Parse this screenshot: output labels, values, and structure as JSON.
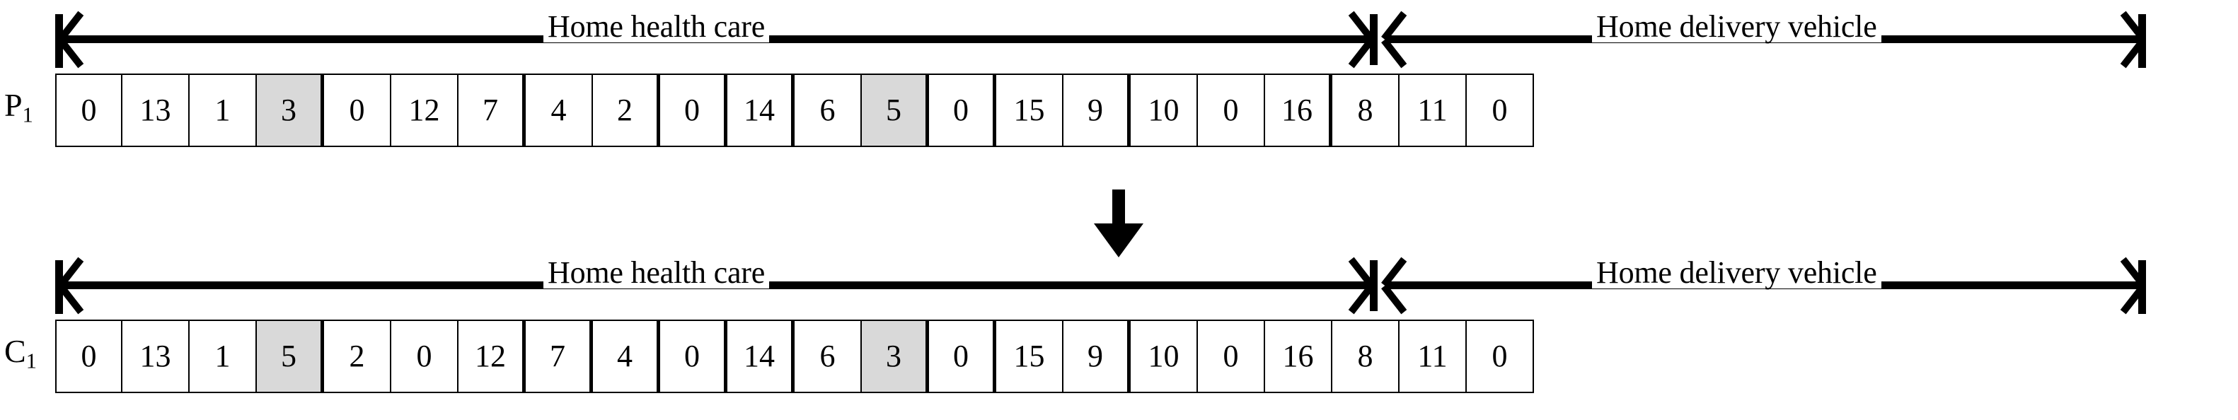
{
  "figure": {
    "type": "crossover-operator-diagram",
    "shading_color": "#d9d9d9",
    "line_color": "#000000",
    "background": "#ffffff"
  },
  "spans": {
    "home_health_care": "Home health care",
    "home_delivery_vehicle": "Home delivery vehicle"
  },
  "rows": [
    {
      "label_main": "P",
      "label_sub": "1",
      "label_full": "P1",
      "cells": [
        {
          "value": "0",
          "shaded": false,
          "section": "home-health-care",
          "route_break": false
        },
        {
          "value": "13",
          "shaded": false,
          "section": "home-health-care",
          "route_break": false
        },
        {
          "value": "1",
          "shaded": false,
          "section": "home-health-care",
          "route_break": false
        },
        {
          "value": "3",
          "shaded": true,
          "section": "home-health-care",
          "route_break": true
        },
        {
          "value": "0",
          "shaded": false,
          "section": "home-health-care",
          "route_break": false
        },
        {
          "value": "12",
          "shaded": false,
          "section": "home-health-care",
          "route_break": false
        },
        {
          "value": "7",
          "shaded": false,
          "section": "home-health-care",
          "route_break": true
        },
        {
          "value": "4",
          "shaded": false,
          "section": "home-health-care",
          "route_break": false
        },
        {
          "value": "2",
          "shaded": false,
          "section": "home-health-care",
          "route_break": true
        },
        {
          "value": "0",
          "shaded": false,
          "section": "home-health-care",
          "route_break": true
        },
        {
          "value": "14",
          "shaded": false,
          "section": "home-health-care",
          "route_break": true
        },
        {
          "value": "6",
          "shaded": false,
          "section": "home-health-care",
          "route_break": false
        },
        {
          "value": "5",
          "shaded": true,
          "section": "home-health-care",
          "route_break": true
        },
        {
          "value": "0",
          "shaded": false,
          "section": "home-health-care",
          "route_break": true
        },
        {
          "value": "15",
          "shaded": false,
          "section": "home-delivery-vehicle",
          "route_break": false
        },
        {
          "value": "9",
          "shaded": false,
          "section": "home-delivery-vehicle",
          "route_break": true
        },
        {
          "value": "10",
          "shaded": false,
          "section": "home-delivery-vehicle",
          "route_break": false
        },
        {
          "value": "0",
          "shaded": false,
          "section": "home-delivery-vehicle",
          "route_break": false
        },
        {
          "value": "16",
          "shaded": false,
          "section": "home-delivery-vehicle",
          "route_break": true
        },
        {
          "value": "8",
          "shaded": false,
          "section": "home-delivery-vehicle",
          "route_break": false
        },
        {
          "value": "11",
          "shaded": false,
          "section": "home-delivery-vehicle",
          "route_break": false
        },
        {
          "value": "0",
          "shaded": false,
          "section": "home-delivery-vehicle",
          "route_break": false
        }
      ]
    },
    {
      "label_main": "C",
      "label_sub": "1",
      "label_full": "C1",
      "cells": [
        {
          "value": "0",
          "shaded": false,
          "section": "home-health-care",
          "route_break": false
        },
        {
          "value": "13",
          "shaded": false,
          "section": "home-health-care",
          "route_break": false
        },
        {
          "value": "1",
          "shaded": false,
          "section": "home-health-care",
          "route_break": false
        },
        {
          "value": "5",
          "shaded": true,
          "section": "home-health-care",
          "route_break": true
        },
        {
          "value": "2",
          "shaded": false,
          "section": "home-health-care",
          "route_break": false
        },
        {
          "value": "0",
          "shaded": false,
          "section": "home-health-care",
          "route_break": false
        },
        {
          "value": "12",
          "shaded": false,
          "section": "home-health-care",
          "route_break": true
        },
        {
          "value": "7",
          "shaded": false,
          "section": "home-health-care",
          "route_break": true
        },
        {
          "value": "4",
          "shaded": false,
          "section": "home-health-care",
          "route_break": true
        },
        {
          "value": "0",
          "shaded": false,
          "section": "home-health-care",
          "route_break": true
        },
        {
          "value": "14",
          "shaded": false,
          "section": "home-health-care",
          "route_break": true
        },
        {
          "value": "6",
          "shaded": false,
          "section": "home-health-care",
          "route_break": false
        },
        {
          "value": "3",
          "shaded": true,
          "section": "home-health-care",
          "route_break": true
        },
        {
          "value": "0",
          "shaded": false,
          "section": "home-health-care",
          "route_break": true
        },
        {
          "value": "15",
          "shaded": false,
          "section": "home-delivery-vehicle",
          "route_break": false
        },
        {
          "value": "9",
          "shaded": false,
          "section": "home-delivery-vehicle",
          "route_break": true
        },
        {
          "value": "10",
          "shaded": false,
          "section": "home-delivery-vehicle",
          "route_break": false
        },
        {
          "value": "0",
          "shaded": false,
          "section": "home-delivery-vehicle",
          "route_break": false
        },
        {
          "value": "16",
          "shaded": false,
          "section": "home-delivery-vehicle",
          "route_break": false
        },
        {
          "value": "8",
          "shaded": false,
          "section": "home-delivery-vehicle",
          "route_break": false
        },
        {
          "value": "11",
          "shaded": false,
          "section": "home-delivery-vehicle",
          "route_break": false
        },
        {
          "value": "0",
          "shaded": false,
          "section": "home-delivery-vehicle",
          "route_break": false
        }
      ]
    }
  ]
}
